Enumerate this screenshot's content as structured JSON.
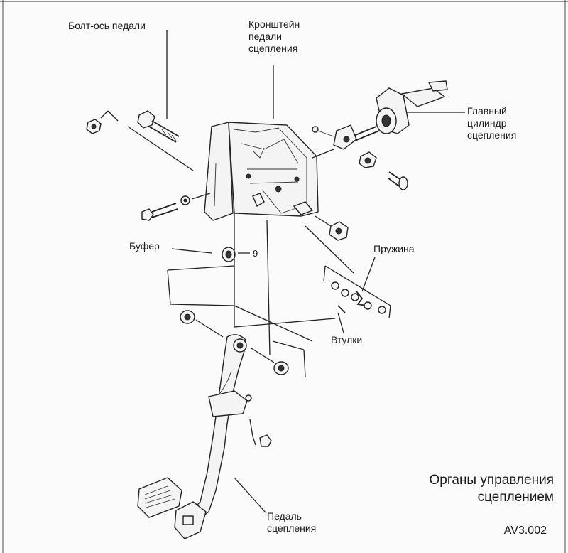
{
  "labels": {
    "bolt_axis": "Болт-ось педали",
    "bracket": [
      "Кронштейн",
      "педали",
      "сцепления"
    ],
    "master_cylinder": [
      "Главный",
      "цилиндр",
      "сцепления"
    ],
    "buffer": "Буфер",
    "buffer_ref": "9",
    "spring": "Пружина",
    "bushings": "Втулки",
    "pedal": [
      "Педаль",
      "сцепления"
    ]
  },
  "caption": {
    "title": [
      "Органы управления",
      "сцеплением"
    ],
    "code": "AV3.002"
  }
}
